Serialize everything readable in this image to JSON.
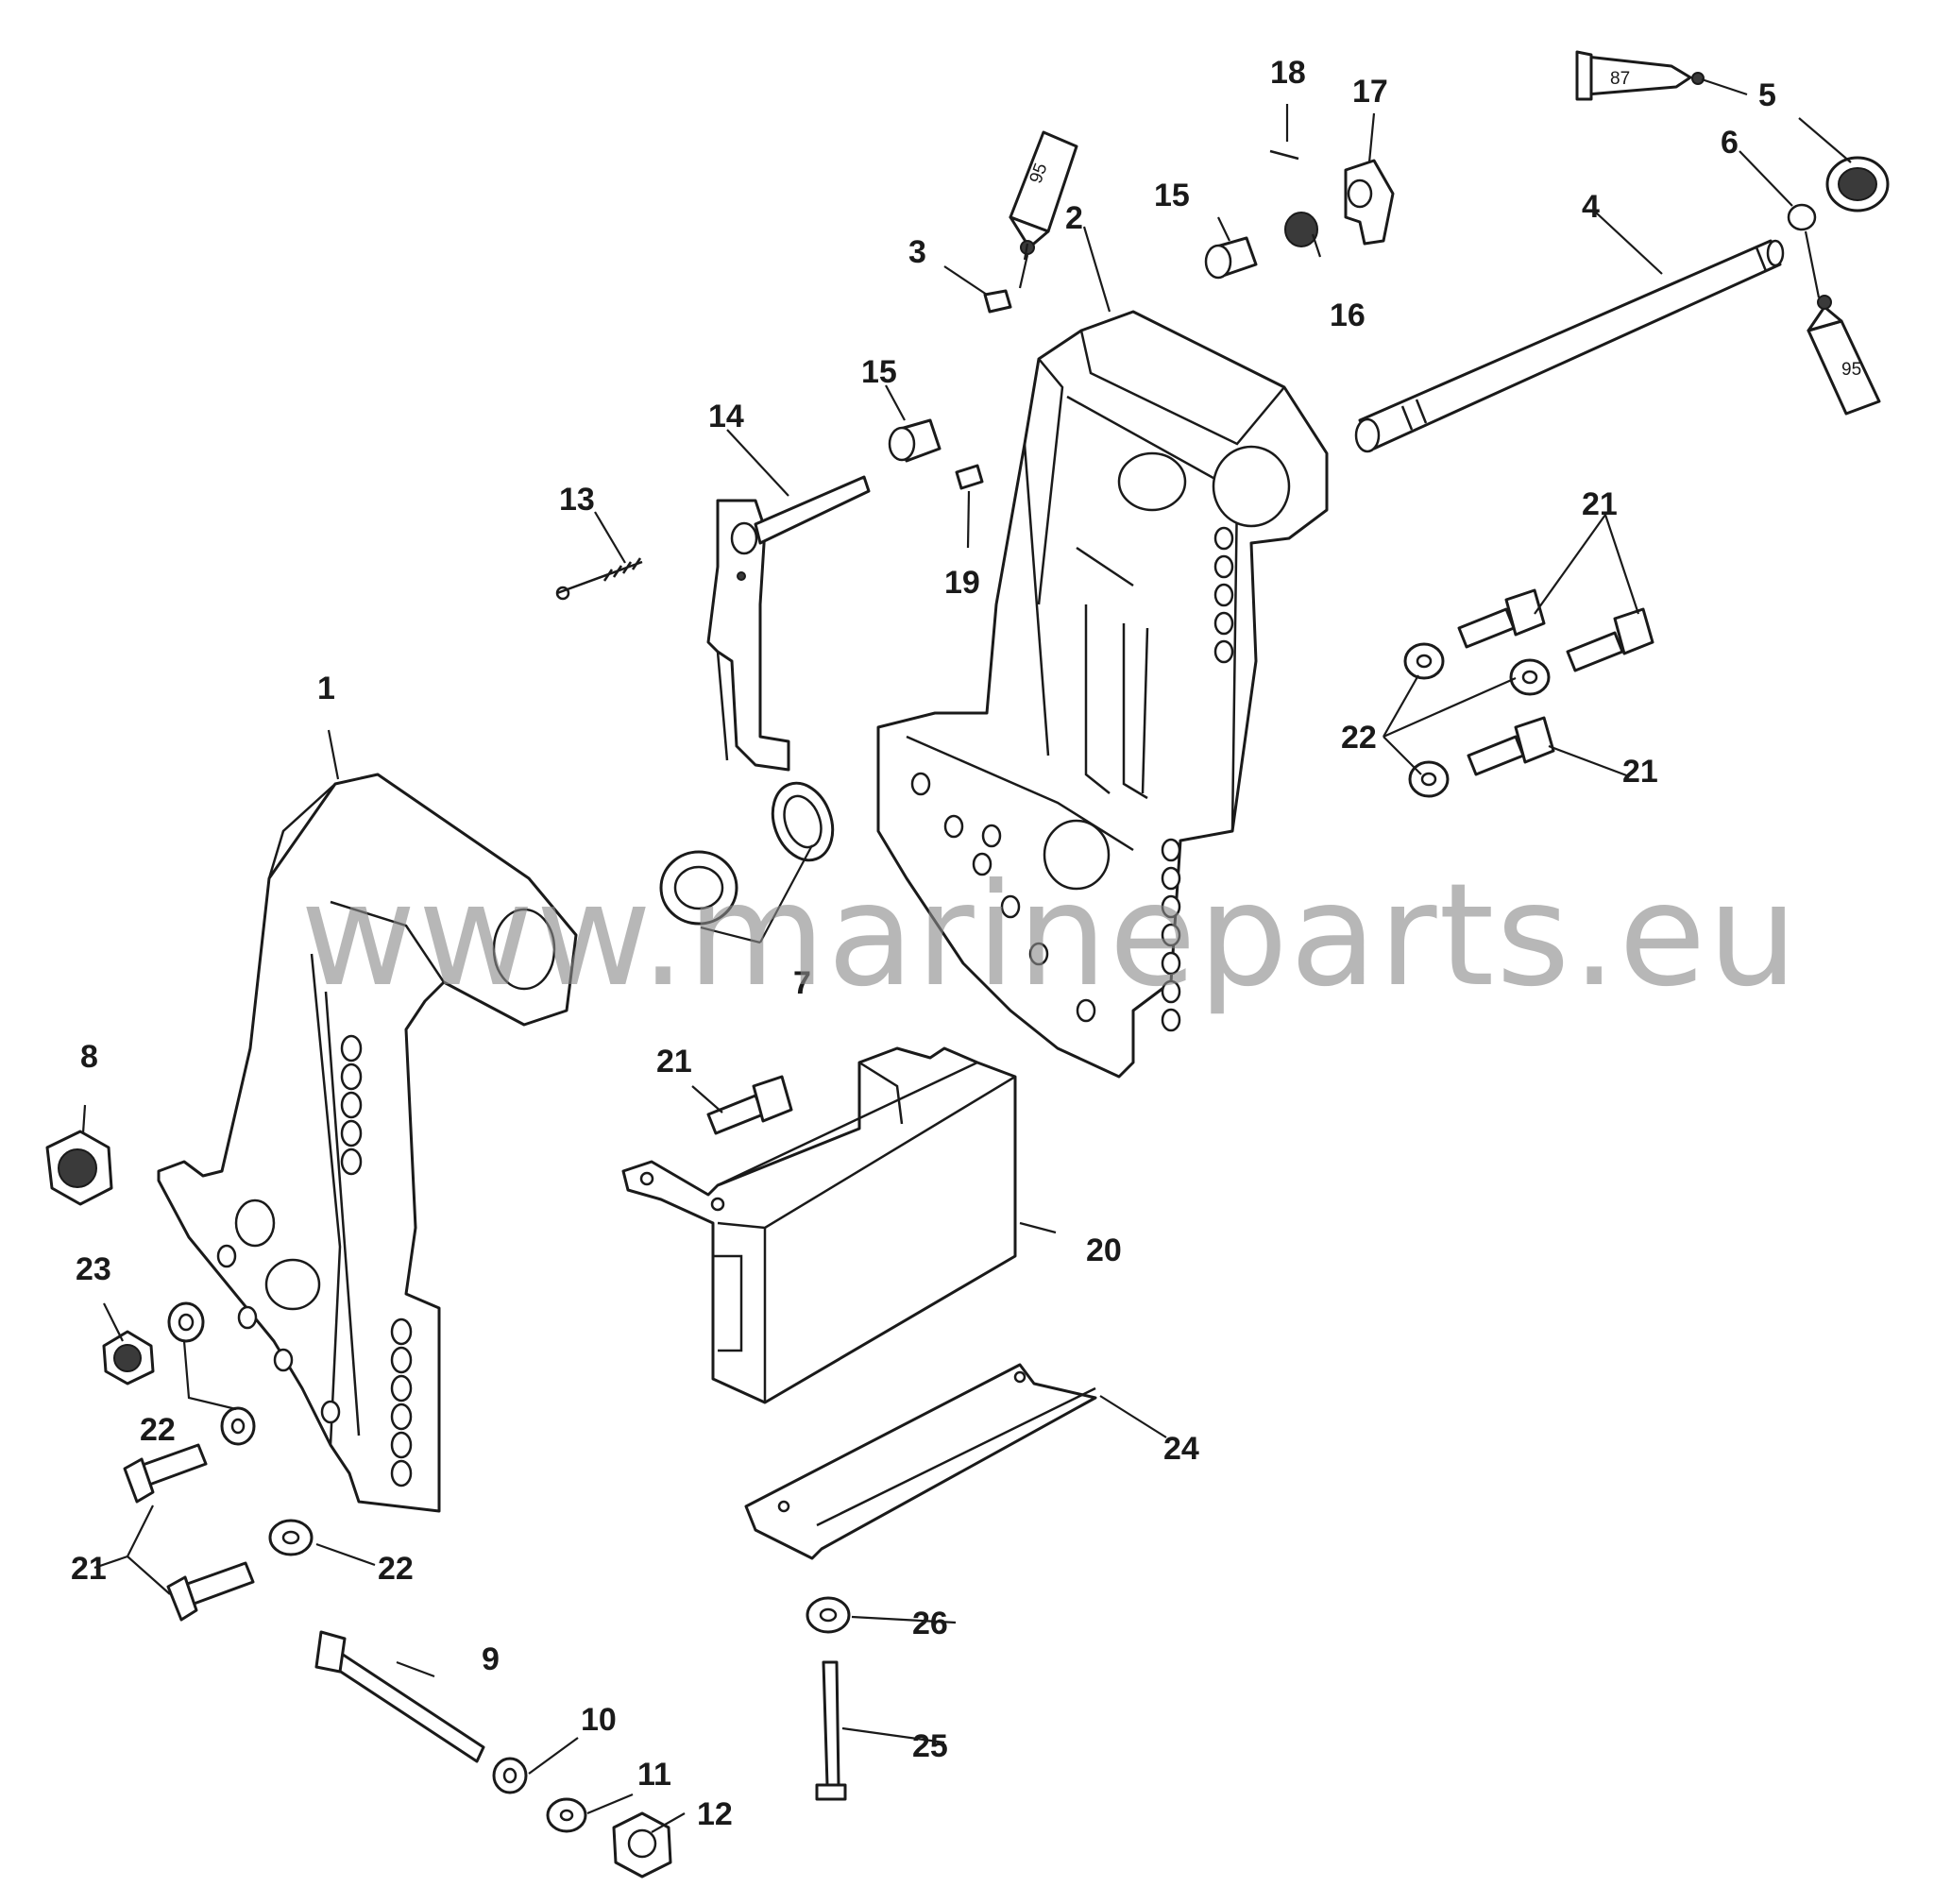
{
  "watermark": "www.marineparts.eu",
  "tube_codes": {
    "a": "95",
    "b": "87",
    "c": "95"
  },
  "callouts": [
    {
      "id": "c1",
      "text": "1"
    },
    {
      "id": "c2",
      "text": "2"
    },
    {
      "id": "c3",
      "text": "3"
    },
    {
      "id": "c4",
      "text": "4"
    },
    {
      "id": "c5",
      "text": "5"
    },
    {
      "id": "c6",
      "text": "6"
    },
    {
      "id": "c7",
      "text": "7"
    },
    {
      "id": "c8",
      "text": "8"
    },
    {
      "id": "c9",
      "text": "9"
    },
    {
      "id": "c10",
      "text": "10"
    },
    {
      "id": "c11",
      "text": "11"
    },
    {
      "id": "c12",
      "text": "12"
    },
    {
      "id": "c13",
      "text": "13"
    },
    {
      "id": "c14",
      "text": "14"
    },
    {
      "id": "c15a",
      "text": "15"
    },
    {
      "id": "c15b",
      "text": "15"
    },
    {
      "id": "c16",
      "text": "16"
    },
    {
      "id": "c17",
      "text": "17"
    },
    {
      "id": "c18",
      "text": "18"
    },
    {
      "id": "c19",
      "text": "19"
    },
    {
      "id": "c20",
      "text": "20"
    },
    {
      "id": "c21a",
      "text": "21"
    },
    {
      "id": "c21b",
      "text": "21"
    },
    {
      "id": "c21c",
      "text": "21"
    },
    {
      "id": "c21d",
      "text": "21"
    },
    {
      "id": "c22a",
      "text": "22"
    },
    {
      "id": "c22b",
      "text": "22"
    },
    {
      "id": "c22c",
      "text": "22"
    },
    {
      "id": "c23",
      "text": "23"
    },
    {
      "id": "c24",
      "text": "24"
    },
    {
      "id": "c25",
      "text": "25"
    },
    {
      "id": "c26",
      "text": "26"
    }
  ]
}
